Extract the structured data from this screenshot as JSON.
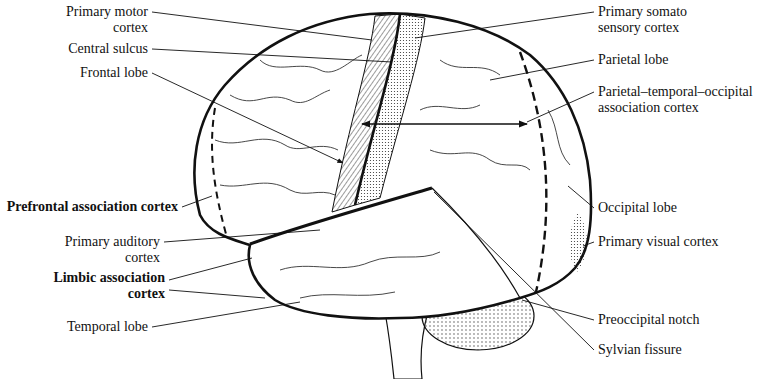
{
  "diagram": {
    "labels": [
      "Primary motor cortex",
      "Central sulcus",
      "Frontal lobe",
      "Prefrontal association cortex",
      "Primary auditory cortex",
      "Limbic association cortex",
      "Temporal lobe",
      "Primary somato sensory cortex",
      "Parietal lobe",
      "Parietal–temporal–occipital association cortex",
      "Occipital lobe",
      "Primary visual cortex",
      "Preoccipital notch",
      "Sylvian fissure"
    ]
  }
}
